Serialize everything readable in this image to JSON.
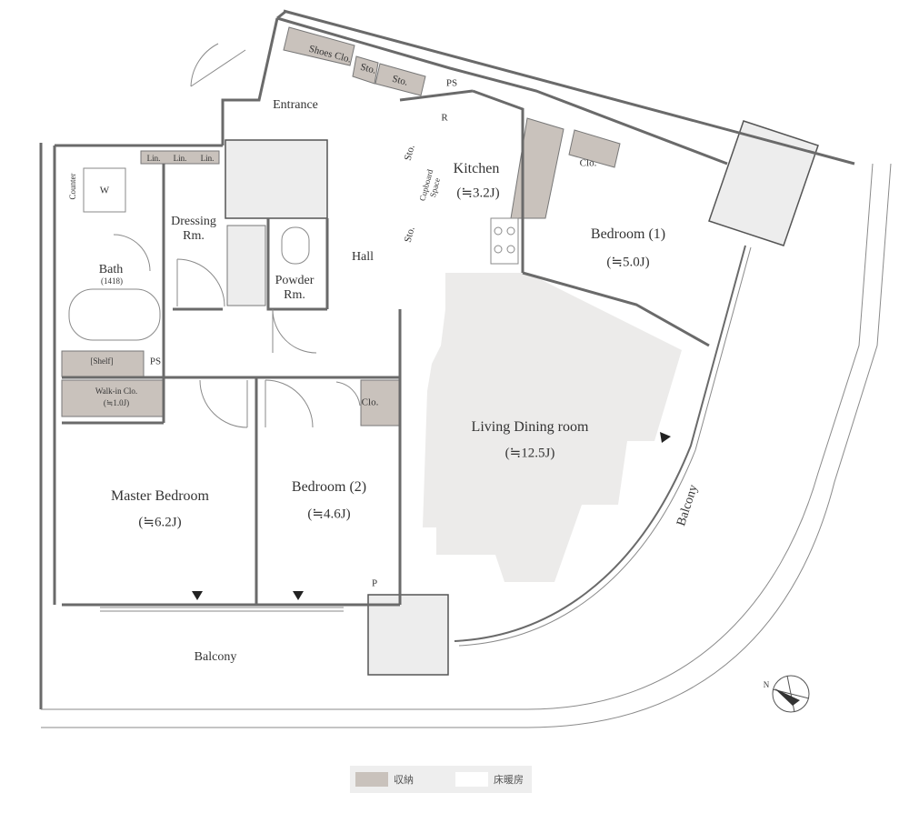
{
  "colors": {
    "storage": "#c9c2bc",
    "floor_heating": "#ecebea",
    "wall": "#6a6a6a"
  },
  "rooms": {
    "entrance": "Entrance",
    "shoes_clo": "Shoes Clo.",
    "sto_1": "Sto.",
    "sto_2": "Sto.",
    "ps_top": "PS",
    "r": "R",
    "sto_3": "Sto.",
    "sto_4": "Sto.",
    "cupboard_space": "Cupboard Space",
    "kitchen": "Kitchen",
    "kitchen_area": "(≒3.2J)",
    "clo_bedroom1": "Clo.",
    "bedroom1": "Bedroom (1)",
    "bedroom1_area": "(≒5.0J)",
    "lin_1": "Lin.",
    "lin_2": "Lin.",
    "lin_3": "Lin.",
    "counter": "Counter",
    "w": "W",
    "dressing": "Dressing Rm.",
    "bath": "Bath",
    "bath_size": "(1418)",
    "powder": "Powder Rm.",
    "hall": "Hall",
    "shelf": "[Shelf]",
    "ps_left": "PS",
    "walkin": "Walk-in Clo.",
    "walkin_area": "(≒1.0J)",
    "clo_bedroom2": "Clo.",
    "living": "Living Dining room",
    "living_area": "(≒12.5J)",
    "master": "Master Bedroom",
    "master_area": "(≒6.2J)",
    "bedroom2": "Bedroom (2)",
    "bedroom2_area": "(≒4.6J)",
    "p": "P",
    "balcony_bottom": "Balcony",
    "balcony_right": "Balcony",
    "north": "N"
  },
  "legend": {
    "storage_label": "収納",
    "floor_heating_label": "床暖房"
  }
}
